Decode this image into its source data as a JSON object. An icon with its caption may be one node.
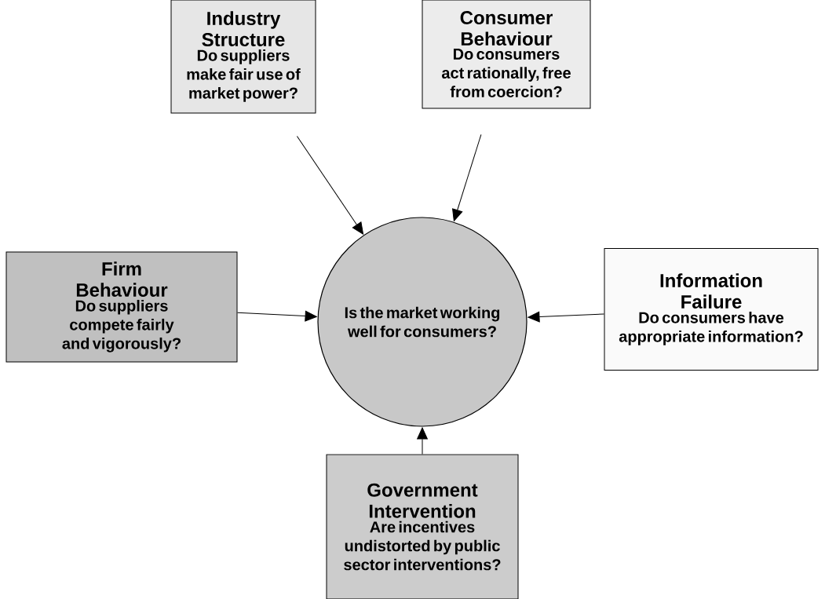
{
  "diagram": {
    "nodes": [
      {
        "text": [
          "Industry Structure",
          "Do suppliers make fair use of market power?"
        ]
      },
      {
        "text": [
          "Consumer Behaviour",
          "Do consumers act rationally, free from coercion?"
        ]
      },
      {
        "text": [
          "Firm Behaviour",
          "Do suppliers compete fairly and vigorously?"
        ]
      },
      {
        "text": [
          "Is the market working well for consumers?"
        ]
      },
      {
        "text": [
          "Information Failure",
          "Do consumers have appropriate information?"
        ]
      },
      {
        "text": [
          "Government Intervention",
          "Are incentives undistorted by public sector interventions?"
        ]
      }
    ],
    "edges": [
      {
        "from": 0,
        "to": 3,
        "arrow": "to"
      },
      {
        "from": 1,
        "to": 3,
        "arrow": "to"
      },
      {
        "from": 2,
        "to": 3,
        "arrow": "to"
      },
      {
        "from": 4,
        "to": 3,
        "arrow": "to"
      },
      {
        "from": 5,
        "to": 3,
        "arrow": "to"
      }
    ]
  }
}
